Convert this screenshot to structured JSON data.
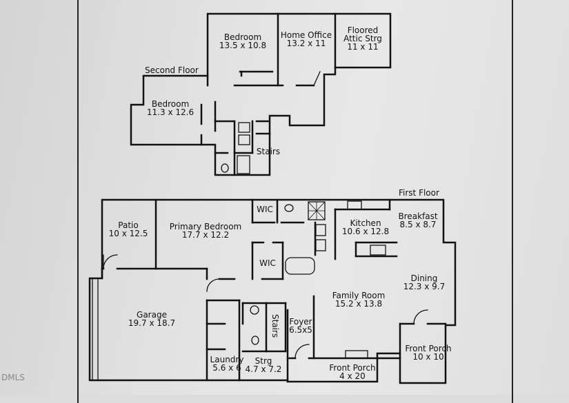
{
  "floors": {
    "second": "Second Floor",
    "first": "First Floor"
  },
  "rooms": {
    "bedroom_a": {
      "name": "Bedroom",
      "size": "13.5 x 10.8"
    },
    "home_office": {
      "name": "Home Office",
      "size": "13.2 x 11"
    },
    "attic": {
      "name": "Floored",
      "name2": "Attic Strg",
      "size": "11 x 11"
    },
    "bedroom_b": {
      "name": "Bedroom",
      "size": "11.3 x 12.6"
    },
    "stairs_up": {
      "name": "Stairs"
    },
    "patio": {
      "name": "Patio",
      "size": "10 x 12.5"
    },
    "primary": {
      "name": "Primary Bedroom",
      "size": "17.7 x 12.2"
    },
    "wic_top": {
      "name": "WIC"
    },
    "wic_mid": {
      "name": "WIC"
    },
    "kitchen": {
      "name": "Kitchen",
      "size": "10.6 x 12.8"
    },
    "breakfast": {
      "name": "Breakfast",
      "size": "8.5 x 8.7"
    },
    "dining": {
      "name": "Dining",
      "size": "12.3 x 9.7"
    },
    "family": {
      "name": "Family Room",
      "size": "15.2 x 13.8"
    },
    "garage": {
      "name": "Garage",
      "size": "19.7 x 18.7"
    },
    "stairs_down": {
      "name": "Stairs"
    },
    "foyer": {
      "name": "Foyer",
      "size": "6.5x5"
    },
    "front_porch_small": {
      "name": "Front Porch",
      "size": "10 x 10"
    },
    "laundry": {
      "name": "Laundry",
      "size": "5.6 x 6"
    },
    "strg": {
      "name": "Strg",
      "size": "4.7 x 7.2"
    },
    "front_porch_big": {
      "name": "Front Porch",
      "size": "4 x 20"
    }
  },
  "watermark": "DMLS"
}
